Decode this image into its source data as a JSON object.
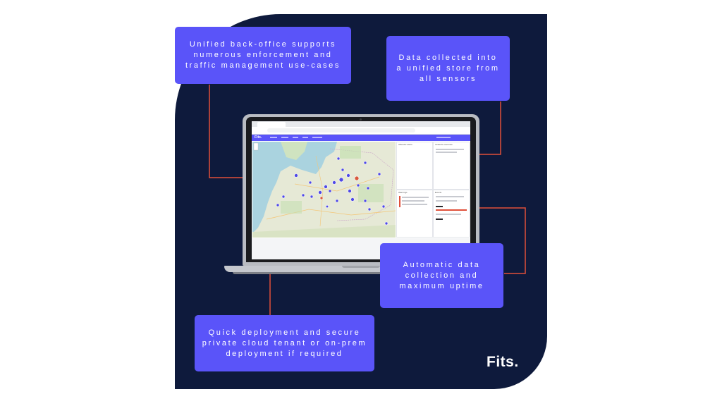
{
  "features": [
    {
      "id": "backoffice",
      "text": "Unified back-office supports\nnumerous enforcement and\ntraffic management use-cases"
    },
    {
      "id": "data_store",
      "text": "Data collected into\na unified store from\nall sensors"
    },
    {
      "id": "automatic",
      "text": "Automatic data\ncollection and\nmaximum uptime"
    },
    {
      "id": "deployment",
      "text": "Quick deployment and secure\nprivate cloud tenant or on-prem\ndeployment if required"
    }
  ],
  "app": {
    "brand": "Fits.",
    "panes": {
      "top_middle": "Offender alerts",
      "top_right": "Incidents overview",
      "bottom_middle": "Warnings",
      "bottom_right": "Events"
    }
  },
  "logo": "Fits.",
  "colors": {
    "background_panel": "#0e1a3c",
    "feature_box": "#5a54f9",
    "connector": "#e0503a",
    "map_marker": "#4f49e6",
    "alert_marker": "#d8583c"
  }
}
